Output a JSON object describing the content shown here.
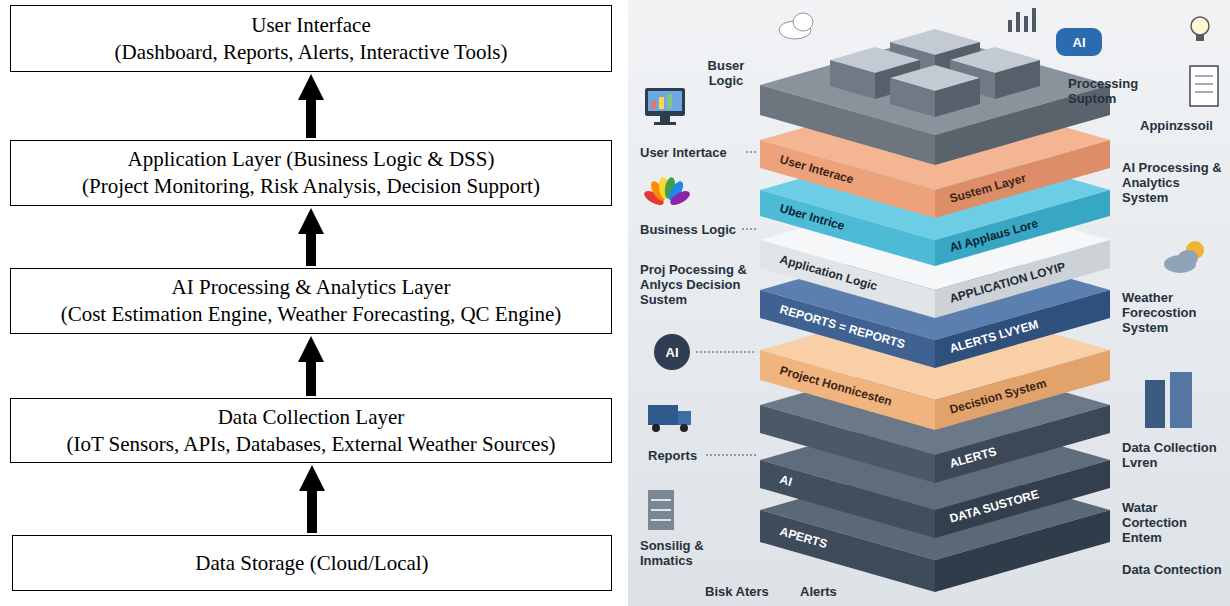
{
  "diagram": {
    "nodes": [
      {
        "text": [
          "User Interface",
          "(Dashboard, Reports, Alerts, Interactive Tools)"
        ]
      },
      {
        "text": [
          "Application Layer (Business Logic & DSS)",
          "(Project Monitoring, Risk Analysis, Decision Support)"
        ]
      },
      {
        "text": [
          "AI Processing & Analytics Layer",
          "(Cost Estimation Engine, Weather Forecasting, QC Engine)"
        ]
      },
      {
        "text": [
          "Data Collection Layer",
          "(IoT Sensors, APIs, Databases, External Weather Sources)"
        ]
      },
      {
        "text": [
          "Data Storage (Cloud/Local)"
        ]
      }
    ],
    "edges": [
      {
        "from": 4,
        "to": 3,
        "arrow": "to"
      },
      {
        "from": 3,
        "to": 2,
        "arrow": "to"
      },
      {
        "from": 2,
        "to": 1,
        "arrow": "to"
      },
      {
        "from": 1,
        "to": 0,
        "arrow": "to"
      }
    ],
    "labels": [
      "Buser Logic",
      "User Intertace",
      "Business Logic",
      "Proj Pocessing & Anlycs Decision Sustem",
      "AI",
      "Reports",
      "Sonsilig & Inmatics",
      "Bisk Aters",
      "Alerts",
      "AI",
      "Processing Suptom",
      "Appinzssoil",
      "AI Processing & Analytics System",
      "Weather Forecostion System",
      "Data Collection Lvren",
      "Watar Cortection Entem",
      "Data Contection",
      "User Interace",
      "Sustem Layer",
      "Uber Intrice",
      "AI Applaus Lore",
      "Application Logic",
      "APPLICATION LOYIP",
      "REPORTS = REPORTS",
      "ALERTS LVYEM",
      "Project Honnicesten",
      "Decistion System",
      "ALERTS",
      "AI",
      "DATA SUSTORE",
      "APERTS"
    ]
  }
}
